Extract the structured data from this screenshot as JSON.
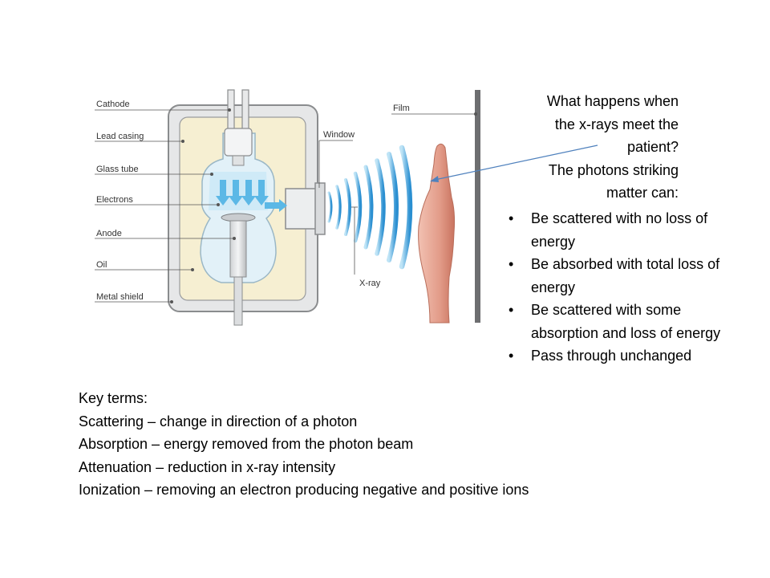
{
  "diagram": {
    "labels": {
      "cathode": "Cathode",
      "lead_casing": "Lead casing",
      "glass_tube": "Glass tube",
      "electrons": "Electrons",
      "anode": "Anode",
      "oil": "Oil",
      "metal_shield": "Metal shield",
      "window": "Window",
      "film": "Film",
      "xray": "X-ray"
    }
  },
  "question": {
    "lines": [
      "What happens when",
      "the x-rays meet the",
      "patient?",
      "The photons striking",
      "matter can:"
    ]
  },
  "outcomes": {
    "bullet": "•",
    "items": [
      "Be scattered with no loss of energy",
      "Be absorbed with total loss of energy",
      "Be scattered with some absorption and loss of energy",
      "Pass through unchanged"
    ]
  },
  "key_terms": {
    "heading": "Key terms:",
    "items": [
      "Scattering – change in direction of a photon",
      "Absorption – energy removed from the photon beam",
      "Attenuation – reduction in x-ray intensity",
      "Ionization – removing an electron producing negative and positive ions"
    ]
  },
  "colors": {
    "casing": "#e6e7e8",
    "casing_border": "#8a8c8e",
    "oil": "#f6efd2",
    "glass_fill": "#e2f1f8",
    "glass_stroke": "#9ab7c6",
    "beam": "#5bb8e6",
    "arrow_line": "#4f81bd",
    "skin": "#e7a898"
  }
}
